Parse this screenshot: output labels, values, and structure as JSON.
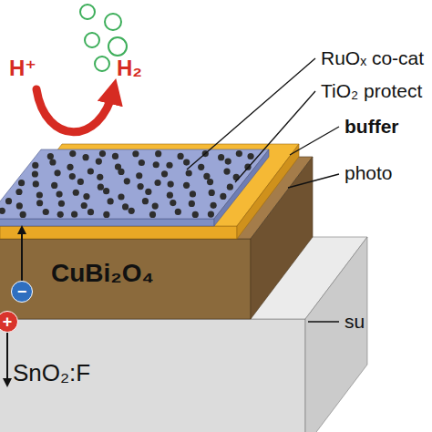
{
  "diagram": {
    "nodes": [
      {
        "text": [
          "SnO₂:F"
        ]
      },
      {
        "text": [
          "CuBi₂O₄"
        ]
      },
      {
        "text": [
          "−"
        ]
      },
      {
        "text": [
          "+"
        ]
      }
    ],
    "labels": [
      "H⁺",
      "H₂",
      "RuOₓ co-cat",
      "TiO₂ protect",
      "buffer",
      "photo",
      "su"
    ]
  }
}
